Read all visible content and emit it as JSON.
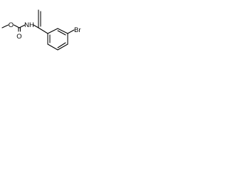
{
  "molecule": {
    "atoms": {
      "o_ester": "O",
      "o_carbonyl": "O",
      "nh": "NH",
      "br": "Br"
    },
    "colors": {
      "bond": "#000000",
      "label": "#000000",
      "background": "#ffffff"
    }
  }
}
